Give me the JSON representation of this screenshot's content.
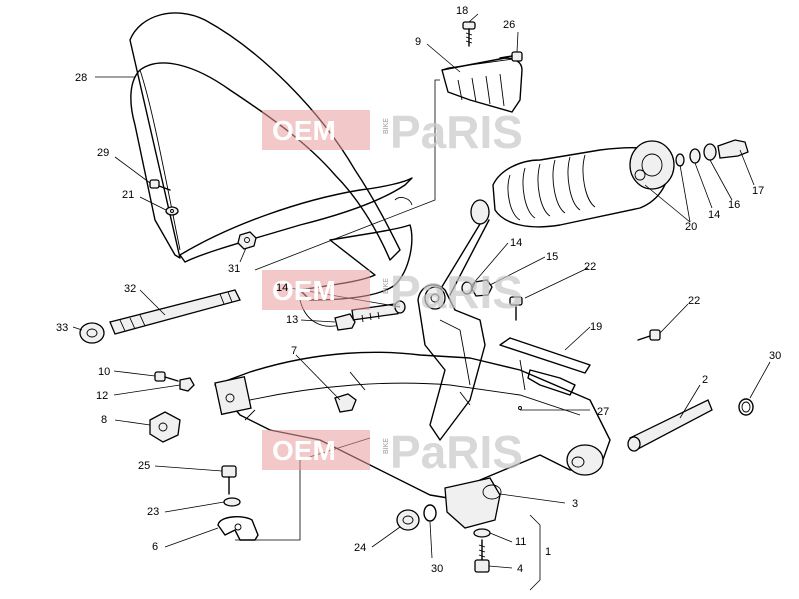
{
  "watermark": {
    "oem": "OEM",
    "bike": "BIKE",
    "parts": "PaRIS"
  },
  "callouts": {
    "c18": "18",
    "c26": "26",
    "c9": "9",
    "c28": "28",
    "c29": "29",
    "c21": "21",
    "c31": "31",
    "c17": "17",
    "c16": "16",
    "c14a": "14",
    "c20": "20",
    "c14b": "14",
    "c15": "15",
    "c22a": "22",
    "c32": "32",
    "c14c": "14",
    "c13": "13",
    "c33": "33",
    "c22b": "22",
    "c19": "19",
    "c30a": "30",
    "c7": "7",
    "c10": "10",
    "c12": "12",
    "c2": "2",
    "c8": "8",
    "c27": "27",
    "c25": "25",
    "c3": "3",
    "c23": "23",
    "c6": "6",
    "c24": "24",
    "c11": "11",
    "c1": "1",
    "c30b": "30",
    "c4": "4"
  }
}
